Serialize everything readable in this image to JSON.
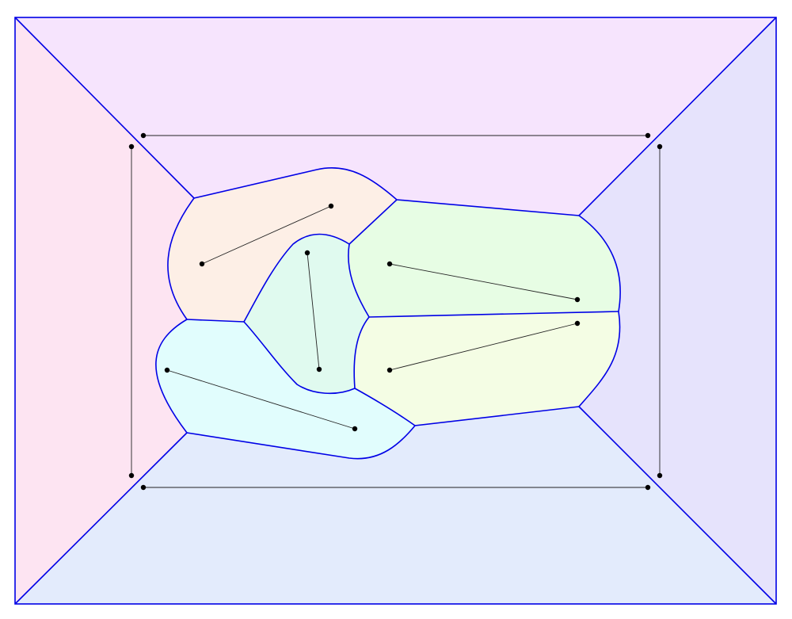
{
  "colors": {
    "boundary": "#0000e6",
    "segment": "#222222",
    "point": "#000000",
    "background": "#ffffff"
  },
  "regions": [
    {
      "id": "left",
      "fill": "#fde4f2"
    },
    {
      "id": "top",
      "fill": "#f6e4fd"
    },
    {
      "id": "right",
      "fill": "#e6e3fc"
    },
    {
      "id": "bottom",
      "fill": "#e3ebfc"
    },
    {
      "id": "upper-left-inner",
      "fill": "#fdefe6"
    },
    {
      "id": "center-vertical",
      "fill": "#e0faef"
    },
    {
      "id": "upper-right-inner",
      "fill": "#e7fde4"
    },
    {
      "id": "lower-right-inner",
      "fill": "#f4fde4"
    },
    {
      "id": "lower-left-inner",
      "fill": "#e1fdfd"
    }
  ],
  "segment_count": 9,
  "point_count": 18
}
